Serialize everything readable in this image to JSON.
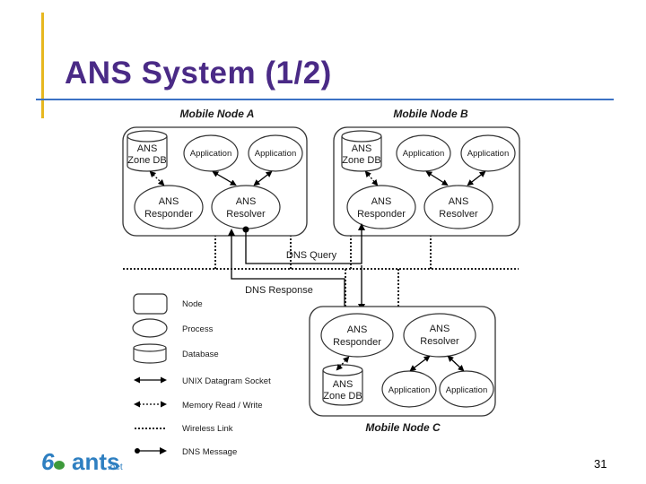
{
  "slide": {
    "title": "ANS System (1/2)",
    "page_number": "31"
  },
  "logo": {
    "six": "6",
    "ants": "ants",
    "net": ".net"
  },
  "diagram": {
    "node_a_label": "Mobile Node A",
    "node_b_label": "Mobile Node B",
    "node_c_label": "Mobile Node C",
    "zone_db": [
      "ANS",
      "Zone DB"
    ],
    "application": "Application",
    "responder": [
      "ANS",
      "Responder"
    ],
    "resolver": [
      "ANS",
      "Resolver"
    ],
    "dns_query": "DNS Query",
    "dns_response": "DNS Response"
  },
  "legend": {
    "node": "Node",
    "process": "Process",
    "database": "Database",
    "unix_socket": "UNIX Datagram Socket",
    "memory_rw": "Memory Read / Write",
    "wireless": "Wireless Link",
    "dns_message": "DNS Message"
  }
}
